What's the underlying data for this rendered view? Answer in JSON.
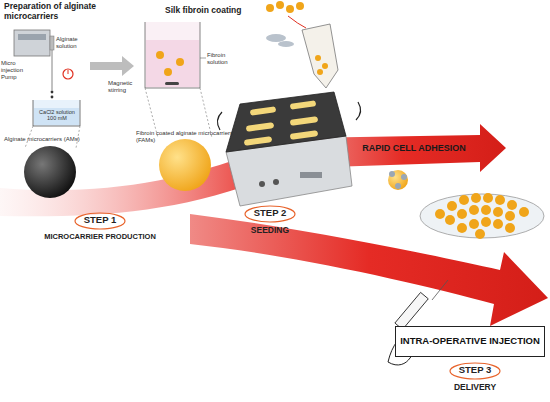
{
  "diagram": {
    "nodes": [
      {
        "text": [
          "INTRA-OPERATIVE INJECTION"
        ]
      }
    ],
    "labels": [
      "Preparation of alginate microcarriers",
      "Silk fibroin coating",
      "Micro injection Pump",
      "Alginate solution",
      "CaCl2 solution 100 mM",
      "Alginate microcarriers (AMs)",
      "Fibroin solution",
      "Magnetic stirring",
      "Fibroin coated alginate microcarriers (FAMs)",
      "STEP 1",
      "MICROCARRIER PRODUCTION",
      "STEP 2",
      "SEEDING",
      "RAPID CELL ADHESION",
      "STEP 3",
      "DELIVERY"
    ]
  }
}
